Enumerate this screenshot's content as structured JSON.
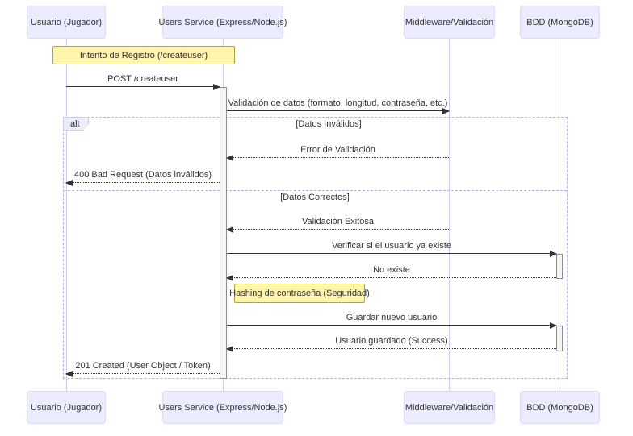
{
  "diagram": {
    "kind": "uml-sequence-diagram",
    "participants": [
      {
        "id": "usuario",
        "label": "Usuario (Jugador)"
      },
      {
        "id": "users-service",
        "label": "Users Service (Express/Node.js)"
      },
      {
        "id": "middleware",
        "label": "Middleware/Validación"
      },
      {
        "id": "bdd",
        "label": "BDD (MongoDB)"
      }
    ],
    "notes": [
      {
        "text": "Intento de Registro (/createuser)",
        "over": [
          "usuario",
          "users-service"
        ]
      },
      {
        "text": "Hashing de contraseña (Seguridad)",
        "over": [
          "users-service"
        ]
      }
    ],
    "messages": [
      {
        "label": "POST /createuser",
        "from": "usuario",
        "to": "users-service",
        "style": "solid"
      },
      {
        "label": "Validación de datos (formato, longitud, contraseña, etc.)",
        "from": "users-service",
        "to": "middleware",
        "style": "solid"
      },
      {
        "label": "Error de Validación",
        "from": "middleware",
        "to": "users-service",
        "style": "dashed"
      },
      {
        "label": "400 Bad Request (Datos inválidos)",
        "from": "users-service",
        "to": "usuario",
        "style": "dashed"
      },
      {
        "label": "Validación Exitosa",
        "from": "middleware",
        "to": "users-service",
        "style": "dashed"
      },
      {
        "label": "Verificar si el usuario ya existe",
        "from": "users-service",
        "to": "bdd",
        "style": "solid"
      },
      {
        "label": "No existe",
        "from": "bdd",
        "to": "users-service",
        "style": "dashed"
      },
      {
        "label": "Guardar nuevo usuario",
        "from": "users-service",
        "to": "bdd",
        "style": "solid"
      },
      {
        "label": "Usuario guardado (Success)",
        "from": "bdd",
        "to": "users-service",
        "style": "dashed"
      },
      {
        "label": "201 Created (User Object / Token)",
        "from": "users-service",
        "to": "usuario",
        "style": "dashed"
      }
    ],
    "alt_frame": {
      "label": "alt",
      "sections": [
        {
          "guard": "[Datos Inválidos]"
        },
        {
          "guard": "[Datos Correctos]"
        }
      ]
    },
    "colors": {
      "participant_fill": "#ECECFF",
      "participant_border": "#dbdbf5",
      "note_fill": "#fff5ad",
      "note_border": "#aaaa33",
      "message_line": "#333333",
      "lifeline": "#ccccf2",
      "frame_border": "#b3b3dd",
      "activation_fill": "#f4f4f4",
      "activation_border": "#8f8f8f",
      "text": "#333333",
      "background": "#ffffff"
    }
  }
}
